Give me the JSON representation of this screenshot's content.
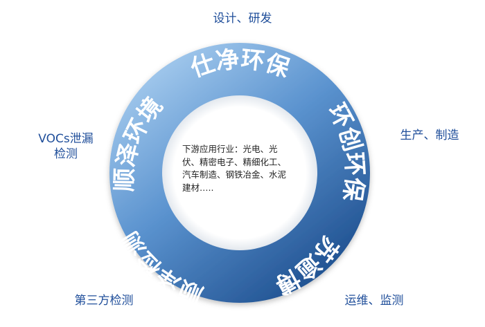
{
  "colors": {
    "label_blue": "#1f4e9a",
    "ring_light": "#9ec4ea",
    "ring_dark": "#1c4f8f"
  },
  "segments": {
    "top": "仕净环保",
    "right": "环创环保",
    "bottom_right": "苏逾博",
    "bottom_left": "顺泽检测",
    "left": "顺泽环境"
  },
  "outer_labels": {
    "top": "设计、研发",
    "right": "生产、制造",
    "left_line1": "VOCs泄漏",
    "left_line2": "检测",
    "bottom_left": "第三方检测",
    "bottom_right": "运维、监测"
  },
  "center": {
    "text": "下游应用行业：光电、光伏、精密电子、精细化工、汽车制造、钢铁冶金、水泥建材….."
  }
}
